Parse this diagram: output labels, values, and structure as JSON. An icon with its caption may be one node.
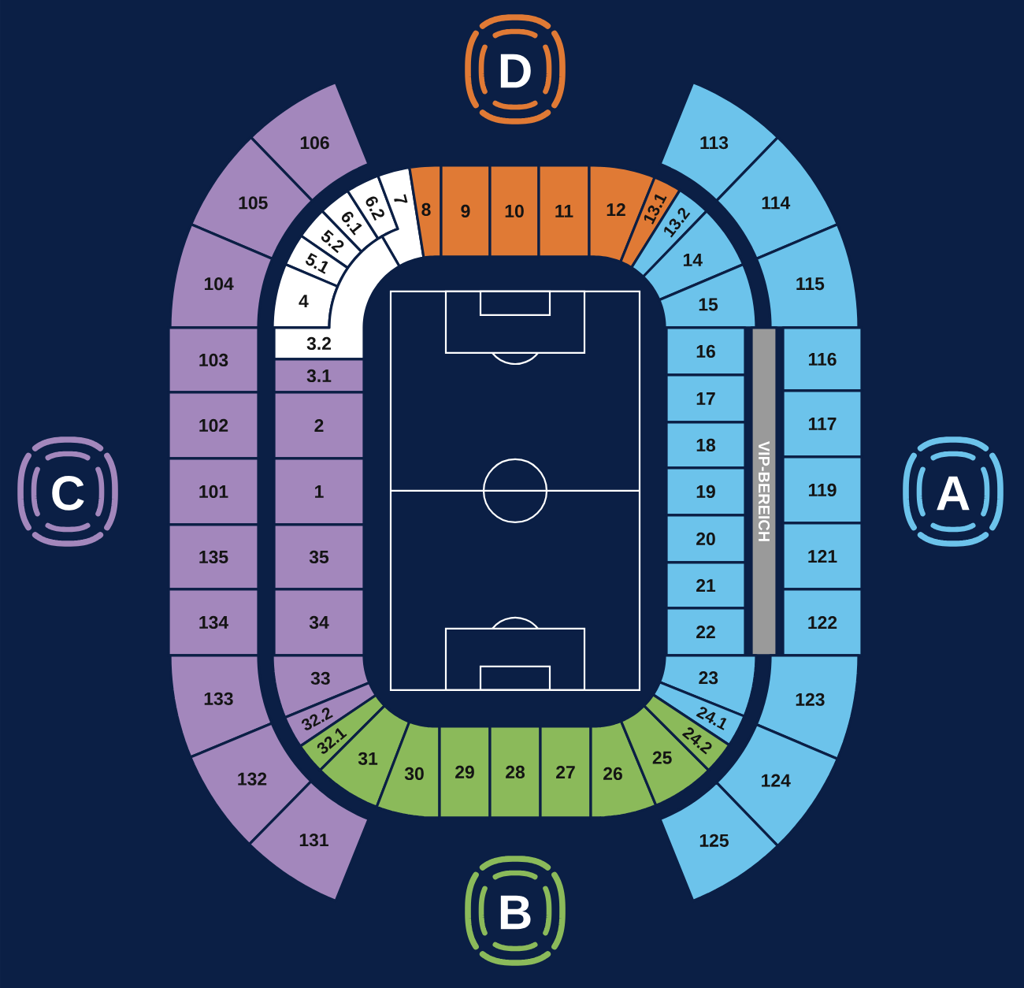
{
  "diagram": {
    "nodes": [
      {
        "text": [
          "D"
        ]
      },
      {
        "text": [
          "106"
        ]
      },
      {
        "text": [
          "113"
        ]
      },
      {
        "text": [
          "105"
        ]
      },
      {
        "text": [
          "6.1"
        ]
      },
      {
        "text": [
          "6.2"
        ]
      },
      {
        "text": [
          "7"
        ]
      },
      {
        "text": [
          "8"
        ]
      },
      {
        "text": [
          "9"
        ]
      },
      {
        "text": [
          "10"
        ]
      },
      {
        "text": [
          "11"
        ]
      },
      {
        "text": [
          "12"
        ]
      },
      {
        "text": [
          "13.1"
        ]
      },
      {
        "text": [
          "13.2"
        ]
      },
      {
        "text": [
          "114"
        ]
      },
      {
        "text": [
          "104"
        ]
      },
      {
        "text": [
          "5.2"
        ]
      },
      {
        "text": [
          "5.1"
        ]
      },
      {
        "text": [
          "4"
        ]
      },
      {
        "text": [
          "14"
        ]
      },
      {
        "text": [
          "15"
        ]
      },
      {
        "text": [
          "115"
        ]
      },
      {
        "text": [
          "103"
        ]
      },
      {
        "text": [
          "3.2"
        ]
      },
      {
        "text": [
          "3.1"
        ]
      },
      {
        "text": [
          "16"
        ]
      },
      {
        "text": [
          "VIP-BEREICH"
        ]
      },
      {
        "text": [
          "116"
        ]
      },
      {
        "text": [
          "102"
        ]
      },
      {
        "text": [
          "2"
        ]
      },
      {
        "text": [
          "17"
        ]
      },
      {
        "text": [
          "18"
        ]
      },
      {
        "text": [
          "117"
        ]
      },
      {
        "text": [
          "C"
        ]
      },
      {
        "text": [
          "101"
        ]
      },
      {
        "text": [
          "1"
        ]
      },
      {
        "text": [
          "19"
        ]
      },
      {
        "text": [
          "20"
        ]
      },
      {
        "text": [
          "119"
        ]
      },
      {
        "text": [
          "A"
        ]
      },
      {
        "text": [
          "135"
        ]
      },
      {
        "text": [
          "35"
        ]
      },
      {
        "text": [
          "21"
        ]
      },
      {
        "text": [
          "121"
        ]
      },
      {
        "text": [
          "134"
        ]
      },
      {
        "text": [
          "34"
        ]
      },
      {
        "text": [
          "22"
        ]
      },
      {
        "text": [
          "122"
        ]
      },
      {
        "text": [
          "133"
        ]
      },
      {
        "text": [
          "33"
        ]
      },
      {
        "text": [
          "23"
        ]
      },
      {
        "text": [
          "123"
        ]
      },
      {
        "text": [
          "32.2"
        ]
      },
      {
        "text": [
          "24.1"
        ]
      },
      {
        "text": [
          "132"
        ]
      },
      {
        "text": [
          "32.1"
        ]
      },
      {
        "text": [
          "31"
        ]
      },
      {
        "text": [
          "30"
        ]
      },
      {
        "text": [
          "29"
        ]
      },
      {
        "text": [
          "28"
        ]
      },
      {
        "text": [
          "27"
        ]
      },
      {
        "text": [
          "26"
        ]
      },
      {
        "text": [
          "25"
        ]
      },
      {
        "text": [
          "24.2"
        ]
      },
      {
        "text": [
          "124"
        ]
      },
      {
        "text": [
          "131"
        ]
      },
      {
        "text": [
          "125"
        ]
      },
      {
        "text": [
          "B"
        ]
      }
    ]
  }
}
